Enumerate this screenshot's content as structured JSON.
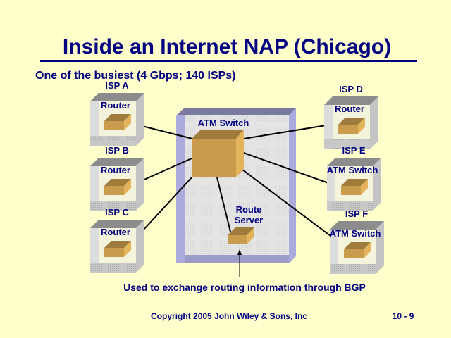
{
  "title": "Inside an Internet NAP (Chicago)",
  "subtitle": "One of the busiest (4 Gbps; 140 ISPs)",
  "nap": {
    "switch_label": "ATM Switch",
    "route_server_line1": "Route",
    "route_server_line2": "Server"
  },
  "isps": [
    {
      "name": "ISP A",
      "device": "Router"
    },
    {
      "name": "ISP B",
      "device": "Router"
    },
    {
      "name": "ISP C",
      "device": "Router"
    },
    {
      "name": "ISP D",
      "device": "Router"
    },
    {
      "name": "ISP E",
      "device": "ATM Switch"
    },
    {
      "name": "ISP F",
      "device": "ATM Switch"
    }
  ],
  "caption": "Used to exchange routing information through BGP",
  "footer": {
    "copyright": "Copyright 2005 John Wiley & Sons, Inc",
    "page": "10 - 9"
  },
  "colors": {
    "navy": "#000080",
    "box": "#c89c4c",
    "nap_side": "#aaaadd",
    "background": "#ffffcc"
  }
}
